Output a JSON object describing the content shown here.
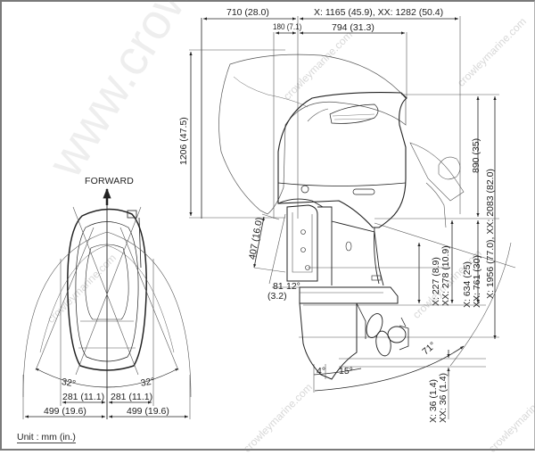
{
  "diagram": {
    "type": "outboard-motor-dimension-drawing",
    "unit_label": "Unit : mm (in.)",
    "direction_label": "FORWARD",
    "watermark": {
      "large": "www.crowleymarine.com",
      "small": "crowleymarine.com"
    },
    "side_view": {
      "horizontal": {
        "overall_front": "710 (28.0)",
        "overall_rear": "X: 1165 (45.9), XX: 1282 (50.4)",
        "clamp_offset": "180 (7.1)",
        "transom_to_rear": "794 (31.3)"
      },
      "vertical": {
        "tilt_height": "1206 (47.5)",
        "bracket_height": "407 (16.0)",
        "top_to_transom": "890 (35)",
        "overall_height": "X: 1956 (77.0), XX: 2083 (82.0)",
        "transom_height": "X: 634 (25)\nXX: 761 (30)",
        "transom_height_x": "X: 634 (25)",
        "transom_height_xx": "XX: 761 (30)",
        "plate_depth_x": "X: 227 (8.9)",
        "plate_depth_xx": "XX: 278 (10.9)",
        "skeg_x": "X: 36 (1.4)",
        "skeg_xx": "XX: 36 (1.4)"
      },
      "angles": {
        "bracket_thickness": "81",
        "bracket_thickness_in": "(3.2)",
        "bracket_angle": "12°",
        "trim_in": "4°",
        "trim_range": "15°",
        "tilt_up": "71°"
      }
    },
    "top_view": {
      "steer_left": "32°",
      "steer_right": "32°",
      "half_width_left": "281 (11.1)",
      "half_width_right": "281 (11.1)",
      "swing_left": "499 (19.6)",
      "swing_right": "499 (19.6)"
    },
    "colors": {
      "line": "#222222",
      "thin_line": "#555555",
      "frame": "#7a7a7a",
      "background": "#ffffff"
    }
  }
}
